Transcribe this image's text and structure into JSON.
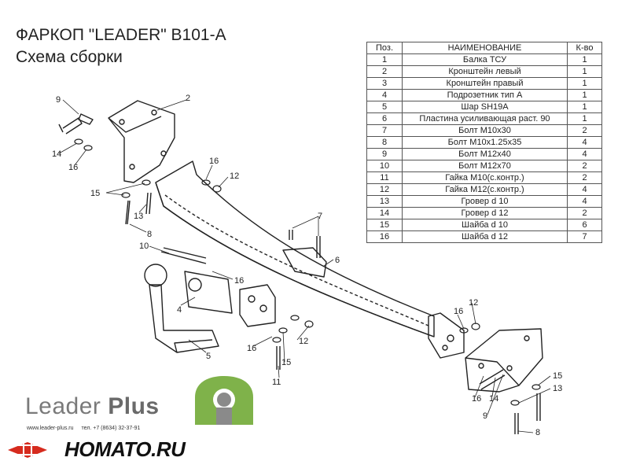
{
  "header": {
    "title": "ФАРКОП \"LEADER\" B101-A",
    "subtitle": "Схема сборки"
  },
  "table": {
    "headers": [
      "Поз.",
      "НАИМЕНОВАНИЕ",
      "К-во"
    ],
    "rows": [
      [
        "1",
        "Балка ТСУ",
        "1"
      ],
      [
        "2",
        "Кронштейн левый",
        "1"
      ],
      [
        "3",
        "Кронштейн правый",
        "1"
      ],
      [
        "4",
        "Подрозетник тип А",
        "1"
      ],
      [
        "5",
        "Шар SH19A",
        "1"
      ],
      [
        "6",
        "Пластина усиливающая раст. 90",
        "1"
      ],
      [
        "7",
        "Болт М10х30",
        "2"
      ],
      [
        "8",
        "Болт М10х1.25х35",
        "4"
      ],
      [
        "9",
        "Болт М12х40",
        "4"
      ],
      [
        "10",
        "Болт М12х70",
        "2"
      ],
      [
        "11",
        "Гайка  М10(с.контр.)",
        "2"
      ],
      [
        "12",
        "Гайка М12(с.контр.)",
        "4"
      ],
      [
        "13",
        "Гровер d 10",
        "4"
      ],
      [
        "14",
        "Гровер d 12",
        "2"
      ],
      [
        "15",
        "Шайба d 10",
        "6"
      ],
      [
        "16",
        "Шайба d 12",
        "7"
      ]
    ]
  },
  "callouts": [
    "9",
    "2",
    "14",
    "16",
    "16",
    "12",
    "15",
    "13",
    "8",
    "7",
    "10",
    "6",
    "16",
    "4",
    "5",
    "16",
    "12",
    "15",
    "11",
    "12",
    "16",
    "15",
    "13",
    "16",
    "14",
    "9",
    "8"
  ],
  "footer": {
    "brand_plain": "Leader ",
    "brand_bold": "Plus",
    "website": "www.leader-plus.ru",
    "phone": "тел. +7 (8634) 32-37-91",
    "homato": "HOMATO.RU"
  },
  "colors": {
    "line": "#222222",
    "logo_green": "#7fb24a",
    "logo_gray": "#8a8a8a",
    "homato_red": "#d62b1e"
  }
}
